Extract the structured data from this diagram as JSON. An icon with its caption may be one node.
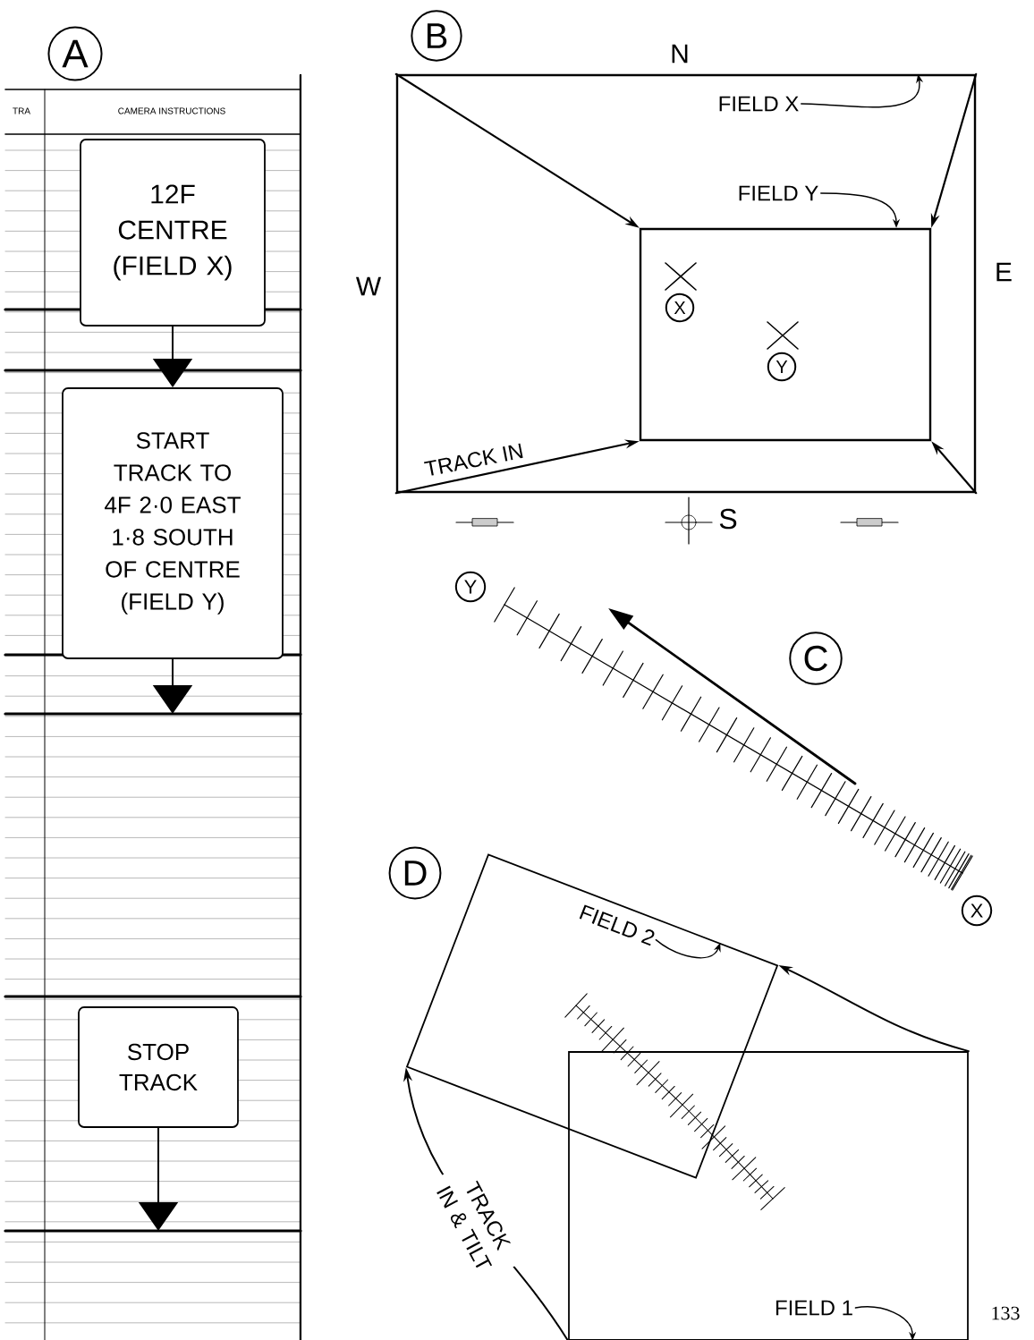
{
  "diagram": {
    "nodes": [
      {
        "text": [
          "12F CENTRE (FIELD X)"
        ]
      },
      {
        "text": [
          "START TRACK TO 4F 2·0 EAST 1·8 SOUTH OF CENTRE (FIELD Y)"
        ]
      },
      {
        "text": [
          "STOP TRACK"
        ]
      },
      {
        "text": [],
        "shape": "box"
      },
      {
        "text": [],
        "shape": "box",
        "in": 3
      },
      {
        "text": [
          "FIELD X"
        ],
        "in": 3
      },
      {
        "text": [
          "FIELD Y"
        ],
        "in": 3
      },
      {
        "text": [],
        "shape": "box"
      },
      {
        "text": [],
        "shape": "box"
      },
      {
        "text": [
          "FIELD 2"
        ],
        "in": 7
      },
      {
        "text": [
          "FIELD 1"
        ],
        "in": 8
      }
    ],
    "edges": [
      {
        "from": 0,
        "to": 1,
        "arrow": "to"
      },
      {
        "from": 1,
        "to": null,
        "arrow": "to"
      },
      {
        "from": 2,
        "to": null,
        "arrow": "to"
      },
      {
        "from": 3,
        "to": 4,
        "arrow": "to"
      },
      {
        "from": 3,
        "to": 4,
        "arrow": "to"
      },
      {
        "from": 3,
        "to": 4,
        "arrow": "to",
        "label": "TRACK IN"
      },
      {
        "from": 3,
        "to": 4,
        "arrow": "to"
      },
      {
        "from": 5,
        "to": 3,
        "arrow": "to"
      },
      {
        "from": 6,
        "to": 4,
        "arrow": "to"
      },
      {
        "from": 8,
        "to": 7,
        "arrow": "to"
      },
      {
        "from": 8,
        "to": 7,
        "arrow": "to",
        "label": "TRACK IN & TILT"
      },
      {
        "from": 9,
        "to": 7,
        "arrow": "to"
      },
      {
        "from": 10,
        "to": 8,
        "arrow": "to"
      }
    ],
    "labels": [
      "A",
      "TRA",
      "CAMERA INSTRUCTIONS",
      "B",
      "N",
      "W",
      "E",
      "X",
      "Y",
      "S",
      "Y",
      "C",
      "X",
      "D",
      "133"
    ]
  }
}
